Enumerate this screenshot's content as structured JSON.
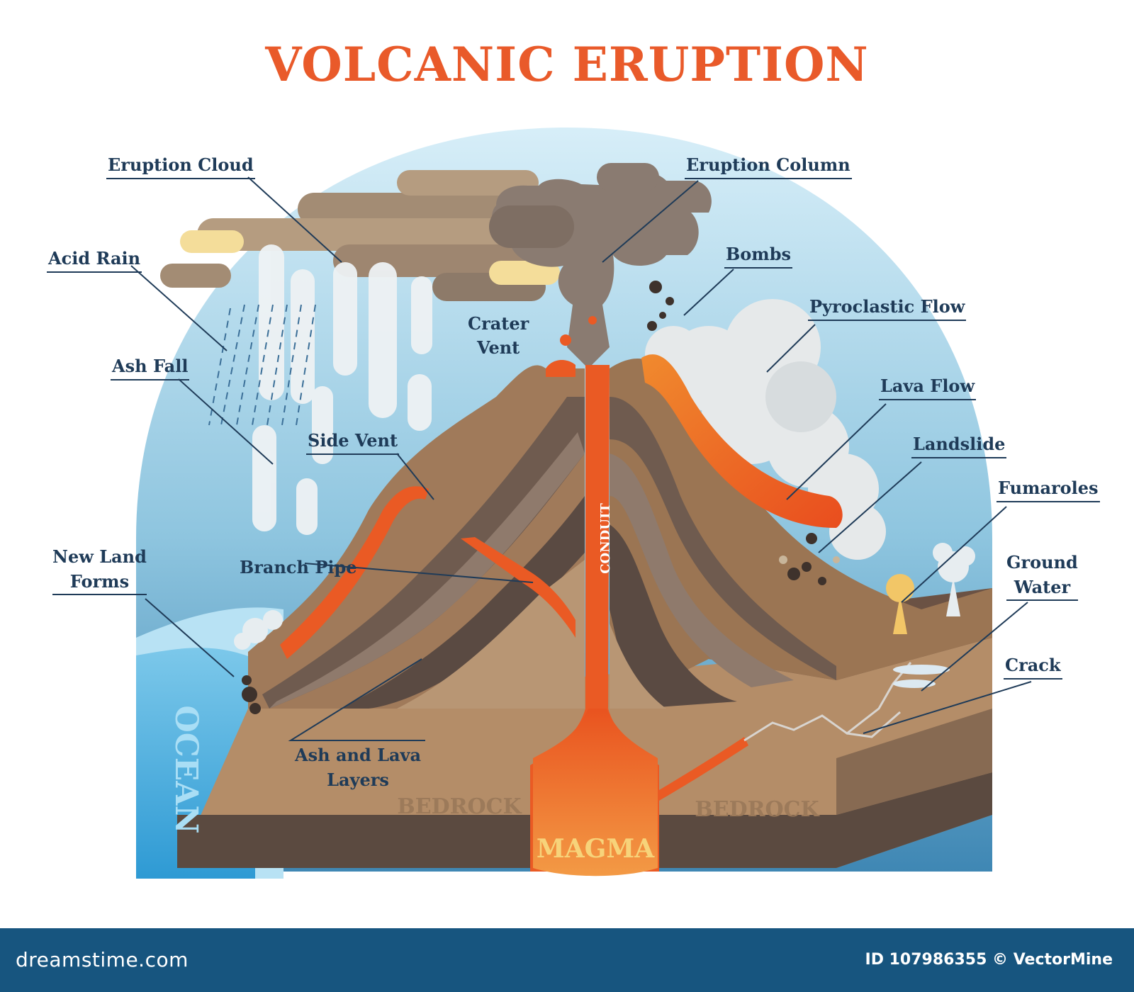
{
  "title": "VOLCANIC ERUPTION",
  "labels": {
    "eruption_cloud": "Eruption Cloud",
    "acid_rain": "Acid Rain",
    "ash_fall": "Ash Fall",
    "crater_vent_1": "Crater",
    "crater_vent_2": "Vent",
    "side_vent": "Side Vent",
    "new_land_1": "New Land",
    "new_land_2": "Forms",
    "branch_pipe": "Branch Pipe",
    "ash_lava_1": "Ash and Lava",
    "ash_lava_2": "Layers",
    "eruption_column": "Eruption Column",
    "bombs": "Bombs",
    "pyroclastic_flow": "Pyroclastic Flow",
    "lava_flow": "Lava Flow",
    "landslide": "Landslide",
    "fumaroles": "Fumaroles",
    "ground_water_1": "Ground",
    "ground_water_2": "Water",
    "crack": "Crack",
    "conduit": "CONDUIT",
    "magma": "MAGMA",
    "bedrock_left": "BEDROCK",
    "bedrock_right": "BEDROCK",
    "ocean": "OCEAN"
  },
  "footer": {
    "logo": "dreamstime.com",
    "id_text": "ID 107986355 © VectorMine"
  },
  "colors": {
    "title": "#e95a2a",
    "label": "#1f3b58",
    "lava": "#ea5a24",
    "magma": "#f07b34",
    "footer_bg": "#17557f"
  }
}
